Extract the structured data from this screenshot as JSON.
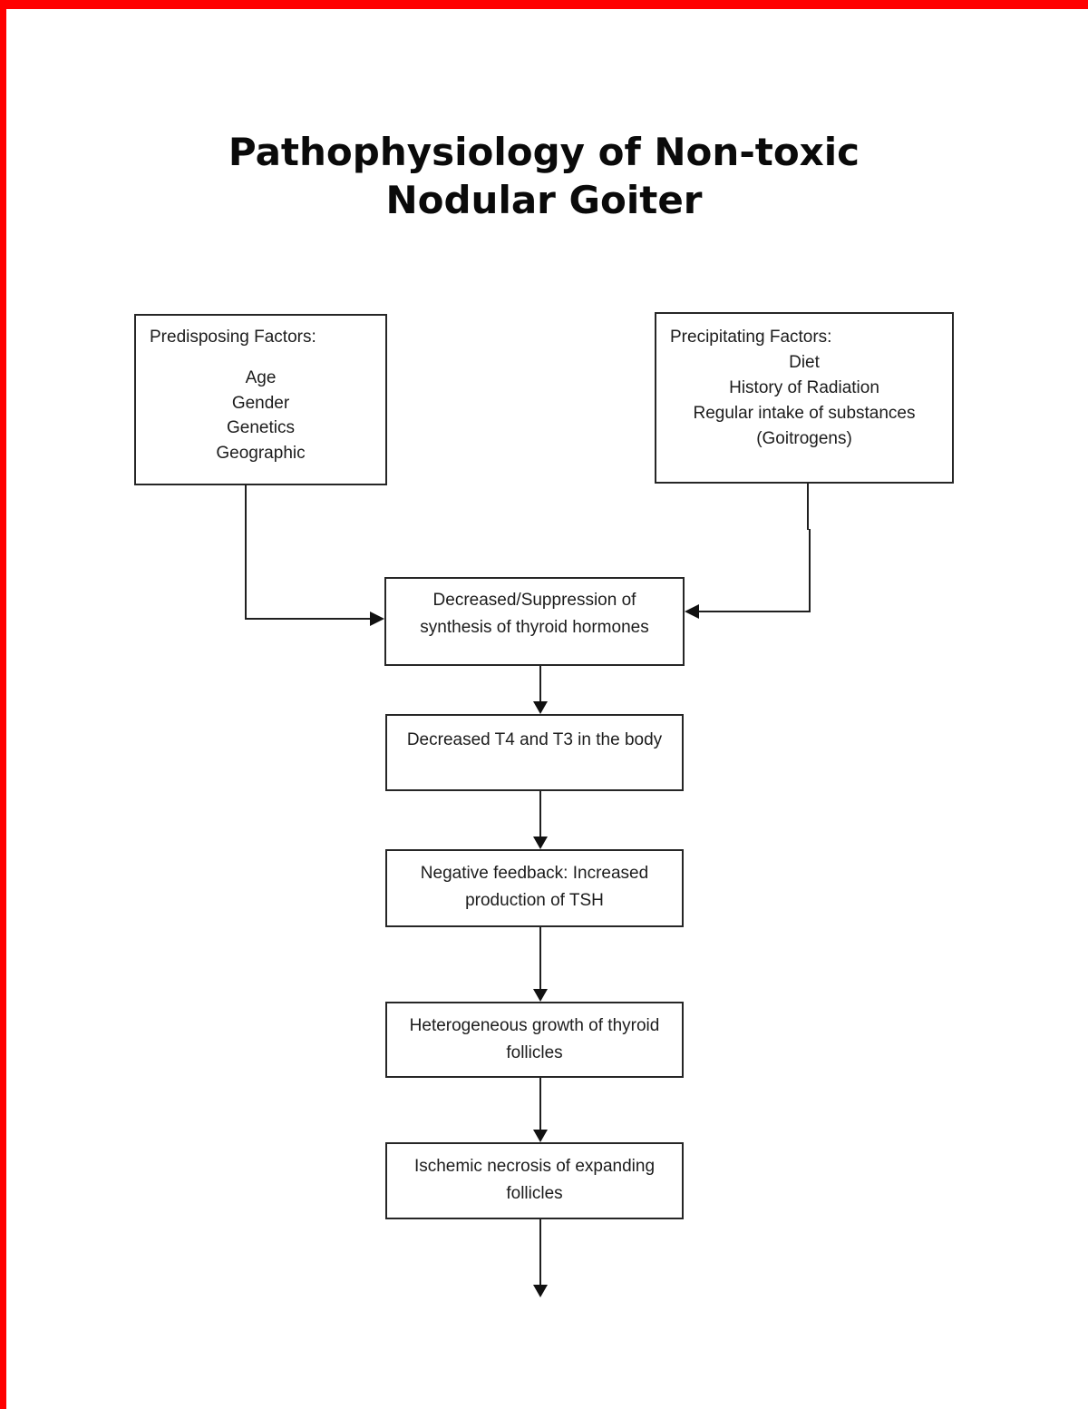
{
  "colors": {
    "edge-marker": "#ff0000",
    "ink": "#1c1c1c",
    "box-border": "#262626",
    "page-bg": "#ffffff"
  },
  "title": {
    "line1": "Pathophysiology of Non-toxic",
    "line2": "Nodular Goiter"
  },
  "predisposing": {
    "header": "Predisposing Factors:",
    "items": [
      "Age",
      "Gender",
      "Genetics",
      "Geographic"
    ]
  },
  "precipitating": {
    "header": "Precipitating Factors:",
    "items": [
      "Diet",
      "History of Radiation",
      "Regular intake of substances",
      "(Goitrogens)"
    ]
  },
  "flow": {
    "suppression": {
      "lines": [
        "Decreased/Suppression of",
        "synthesis of thyroid hormones"
      ]
    },
    "decreased_t4_t3": {
      "lines": [
        "Decreased T4 and T3 in the body"
      ]
    },
    "negative_feedback": {
      "lines": [
        "Negative feedback: Increased",
        "production of TSH"
      ]
    },
    "heterogeneous_growth": {
      "lines": [
        "Heterogeneous growth of thyroid",
        "follicles"
      ]
    },
    "ischemic_necrosis": {
      "lines": [
        "Ischemic necrosis of expanding",
        "follicles"
      ]
    }
  }
}
